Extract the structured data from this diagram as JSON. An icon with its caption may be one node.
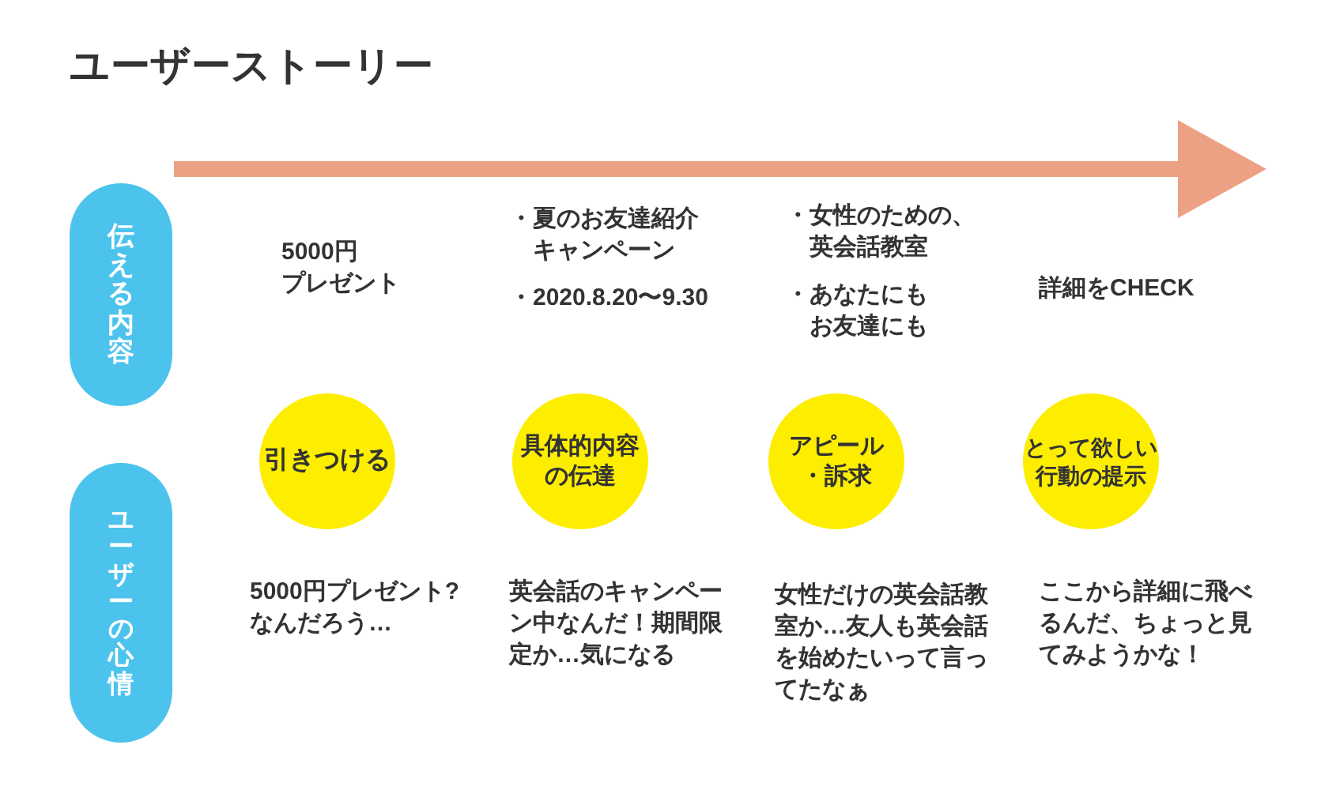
{
  "diagram": {
    "title": "ユーザーストーリー",
    "nodes": [
      {
        "text": [
          "伝える内容"
        ]
      },
      {
        "text": [
          "ユーザーの心情"
        ]
      },
      {
        "text": [
          "引きつける"
        ]
      },
      {
        "text": [
          "具体的内容の伝達"
        ]
      },
      {
        "text": [
          "アピール・訴求"
        ]
      },
      {
        "text": [
          "とって欲しい行動の提示"
        ]
      }
    ],
    "labels": [
      "5000円プレゼント",
      "・夏のお友達紹介キャンペーン",
      "・2020.8.20〜9.30",
      "・女性のための、英会話教室",
      "・あなたにもお友達にも",
      "詳細をCHECK",
      "5000円プレゼント?なんだろう…",
      "英会話のキャンペーン中なんだ！期間限定か…気になる",
      "女性だけの英会話教室か…友人も英会話を始めたいって言ってたなぁ",
      "ここから詳細に飛べるんだ、ちょっと見てみようかな！"
    ]
  }
}
